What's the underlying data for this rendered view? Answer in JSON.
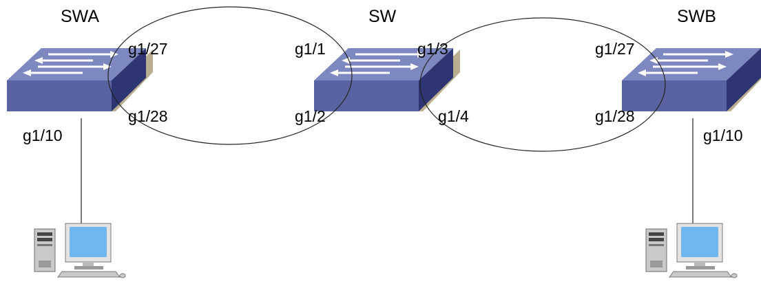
{
  "colors": {
    "switch_front": "#5a63a2",
    "switch_top": "#7d87c0",
    "switch_side": "#2d3572",
    "switch_shadow": "#b9ae8f",
    "arrow": "#ffffff",
    "link_line": "#222222",
    "screen": "#6fb6ef",
    "pc_case": "#c9c9c9"
  },
  "switches": [
    {
      "id": "swa",
      "name": "SWA",
      "icon": "network-switch-icon"
    },
    {
      "id": "sw",
      "name": "SW",
      "icon": "network-switch-icon"
    },
    {
      "id": "swb",
      "name": "SWB",
      "icon": "network-switch-icon"
    }
  ],
  "ports": {
    "swa_g1_27": "g1/27",
    "swa_g1_28": "g1/28",
    "swa_g1_10": "g1/10",
    "sw_g1_1": "g1/1",
    "sw_g1_2": "g1/2",
    "sw_g1_3": "g1/3",
    "sw_g1_4": "g1/4",
    "swb_g1_27": "g1/27",
    "swb_g1_28": "g1/28",
    "swb_g1_10": "g1/10"
  },
  "hosts": [
    {
      "id": "host-a",
      "icon": "desktop-computer-icon"
    },
    {
      "id": "host-b",
      "icon": "desktop-computer-icon"
    }
  ]
}
